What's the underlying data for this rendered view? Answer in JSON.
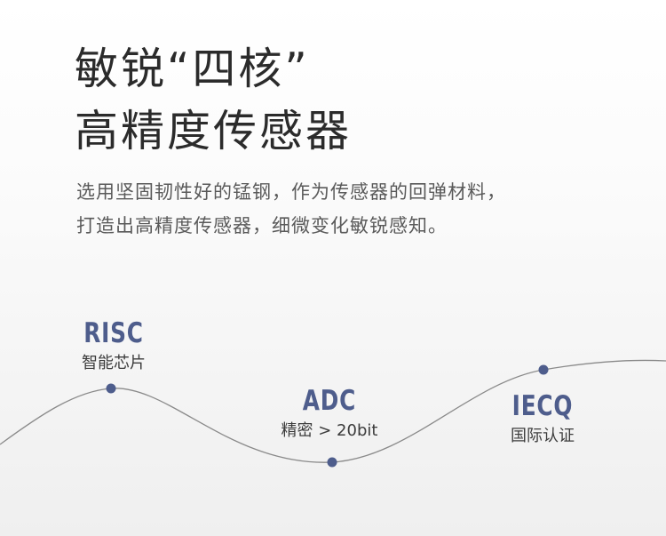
{
  "headline": {
    "line1": "敏锐“四核”",
    "line2": "高精度传感器"
  },
  "description": {
    "line1": "选用坚固韧性好的锰钢，作为传感器的回弹材料，",
    "line2": "打造出高精度传感器，细微变化敏锐感知。"
  },
  "features": [
    {
      "code": "RISC",
      "label": "智能芯片"
    },
    {
      "code": "ADC",
      "label": "精密 > 20bit"
    },
    {
      "code": "IECQ",
      "label": "国际认证"
    }
  ],
  "colors": {
    "accent": "#4e5d8c",
    "curve": "#8a8a8a",
    "headline": "#2b2b2b",
    "text": "#5a5a5a"
  }
}
